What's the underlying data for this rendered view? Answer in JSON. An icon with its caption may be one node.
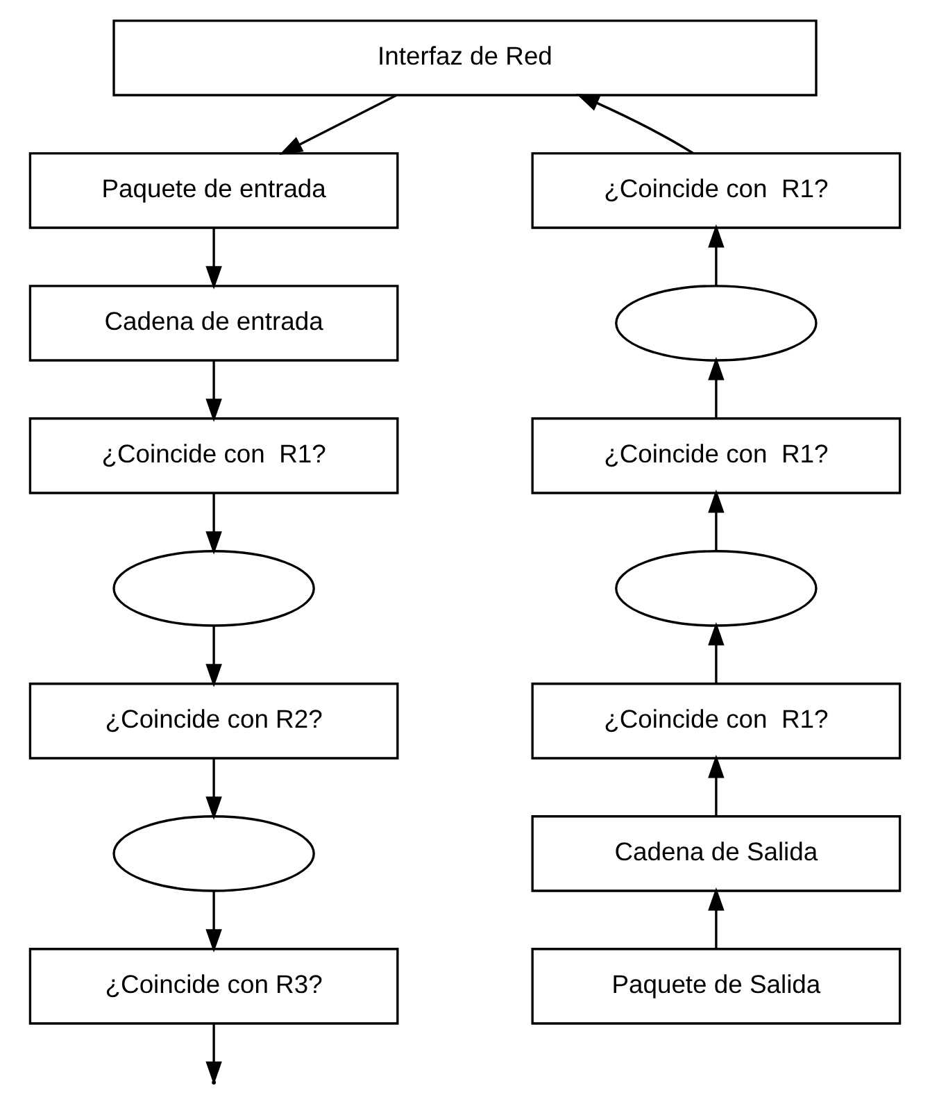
{
  "diagram": {
    "nodes": [
      {
        "text": [
          "Interfaz de Red"
        ]
      },
      {
        "text": [
          "Paquete de entrada"
        ]
      },
      {
        "text": [
          "Cadena de entrada"
        ]
      },
      {
        "text": [
          "¿Coincide con  R1?"
        ]
      },
      {
        "text": [],
        "shape": "ellipse"
      },
      {
        "text": [
          "¿Coincide con R2?"
        ]
      },
      {
        "text": [],
        "shape": "ellipse"
      },
      {
        "text": [
          "¿Coincide con R3?"
        ]
      },
      {
        "text": [
          "¿Coincide con  R1?"
        ]
      },
      {
        "text": [],
        "shape": "ellipse"
      },
      {
        "text": [
          "¿Coincide con  R1?"
        ]
      },
      {
        "text": [],
        "shape": "ellipse"
      },
      {
        "text": [
          "¿Coincide con  R1?"
        ]
      },
      {
        "text": [
          "Cadena de Salida"
        ]
      },
      {
        "text": [
          "Paquete de Salida"
        ]
      }
    ],
    "edges": [
      {
        "from": 0,
        "to": 1,
        "arrow": "to"
      },
      {
        "from": 1,
        "to": 2,
        "arrow": "to"
      },
      {
        "from": 2,
        "to": 3,
        "arrow": "to"
      },
      {
        "from": 3,
        "to": 4,
        "arrow": "to"
      },
      {
        "from": 4,
        "to": 5,
        "arrow": "to"
      },
      {
        "from": 5,
        "to": 6,
        "arrow": "to"
      },
      {
        "from": 6,
        "to": 7,
        "arrow": "to"
      },
      {
        "from": 7,
        "to": null,
        "arrow": "to"
      },
      {
        "from": 14,
        "to": 13,
        "arrow": "to"
      },
      {
        "from": 13,
        "to": 12,
        "arrow": "to"
      },
      {
        "from": 12,
        "to": 11,
        "arrow": "to"
      },
      {
        "from": 11,
        "to": 10,
        "arrow": "to"
      },
      {
        "from": 10,
        "to": 9,
        "arrow": "to"
      },
      {
        "from": 9,
        "to": 8,
        "arrow": "to"
      },
      {
        "from": 8,
        "to": 0,
        "arrow": "to"
      }
    ]
  }
}
